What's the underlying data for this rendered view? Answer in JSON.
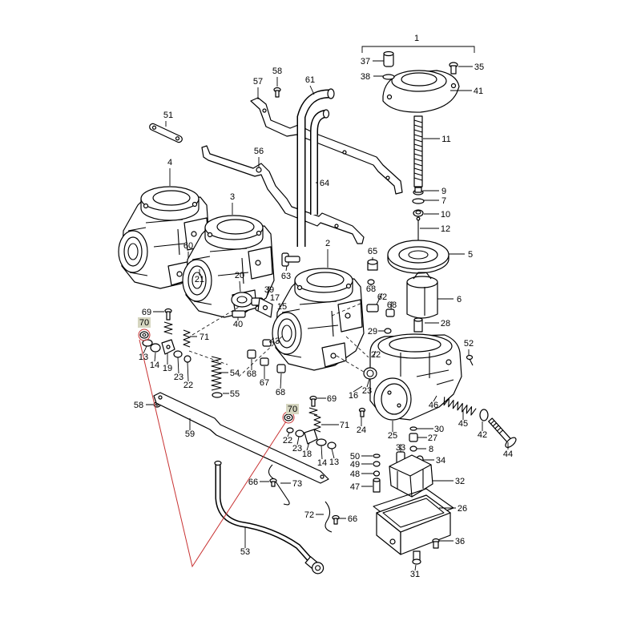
{
  "diagram": {
    "callouts": [
      "1",
      "37",
      "35",
      "38",
      "41",
      "57",
      "58",
      "61",
      "11",
      "51",
      "56",
      "64",
      "9",
      "7",
      "10",
      "4",
      "3",
      "12",
      "2",
      "5",
      "65",
      "60",
      "63",
      "21",
      "20",
      "39",
      "68",
      "62",
      "68",
      "6",
      "69",
      "17",
      "15",
      "70",
      "40",
      "71",
      "43",
      "28",
      "29",
      "52",
      "13",
      "14",
      "19",
      "23",
      "22",
      "54",
      "68",
      "67",
      "68",
      "22",
      "23",
      "16",
      "46",
      "58",
      "55",
      "69",
      "70",
      "71",
      "45",
      "42",
      "24",
      "25",
      "30",
      "27",
      "8",
      "59",
      "22",
      "23",
      "18",
      "14",
      "13",
      "44",
      "50",
      "33",
      "34",
      "49",
      "48",
      "32",
      "66",
      "73",
      "47",
      "26",
      "72",
      "66",
      "36",
      "53",
      "31"
    ],
    "highlighted_callout": "70"
  },
  "colors": {
    "background": "#ffffff",
    "line": "#000000",
    "callout_highlight": "#d6d6c0",
    "red_annotation": "#c83232"
  }
}
